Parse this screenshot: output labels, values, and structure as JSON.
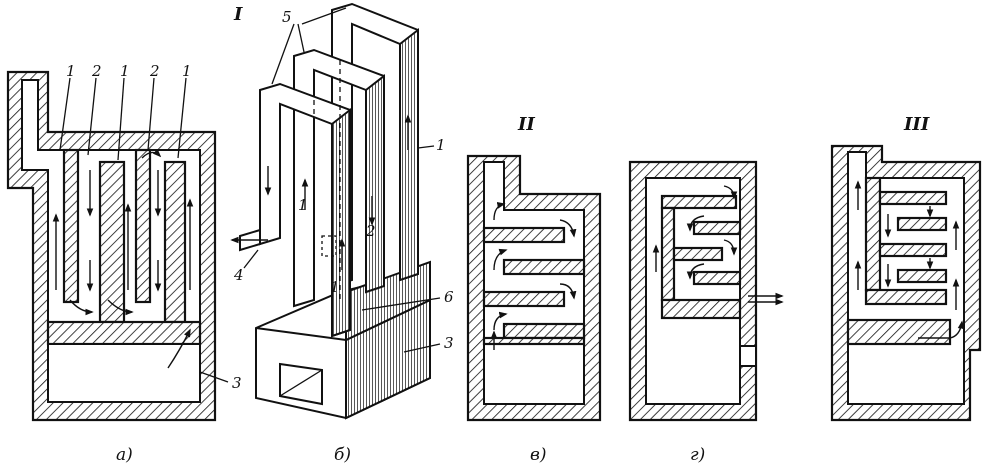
{
  "figure": {
    "roman_labels": [
      "I",
      "II",
      "III"
    ],
    "captions": [
      "а)",
      "б)",
      "в)",
      "г)"
    ],
    "panel_a_labels": [
      "1",
      "2",
      "1",
      "2",
      "1",
      "3"
    ],
    "panel_b_labels": [
      "5",
      "1",
      "4",
      "6",
      "3",
      "1",
      "2",
      "1"
    ]
  },
  "colors": {
    "ink": "#111111",
    "paper": "#ffffff"
  }
}
